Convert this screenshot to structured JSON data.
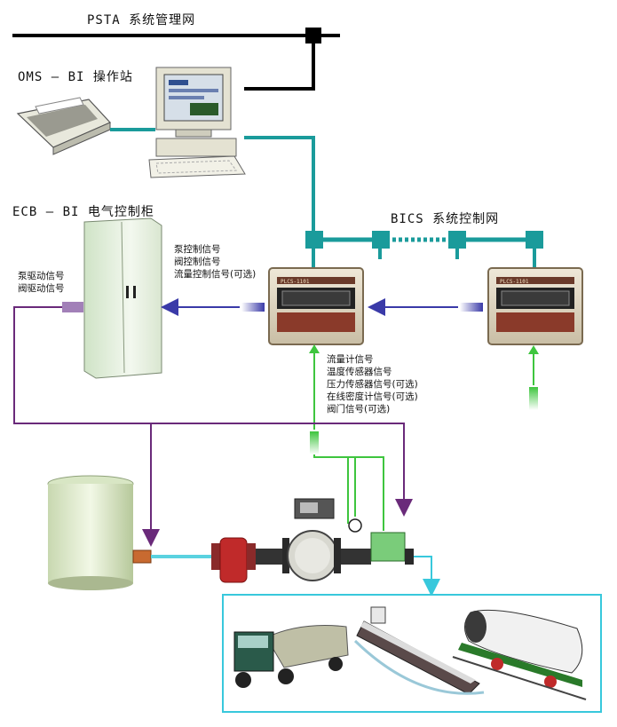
{
  "titles": {
    "psta": "PSTA 系统管理网",
    "oms": "OMS — BI 操作站",
    "ecb": "ECB — BI 电气控制柜",
    "bics": "BICS 系统控制网"
  },
  "signals": {
    "ecb_inputs": [
      "泵驱动信号",
      "阀驱动信号"
    ],
    "controller_outputs": [
      "泵控制信号",
      "阀控制信号",
      "流量控制信号(可选)"
    ],
    "field_inputs": [
      "流量计信号",
      "温度传感器信号",
      "压力传感器信号(可选)",
      "在线密度计信号(可选)",
      "阀门信号(可选)"
    ]
  },
  "panels": {
    "controller_label": "PLCS-1101"
  },
  "colors": {
    "network_line": "#000000",
    "bics_network": "#1a9b9b",
    "control_signal": "#3a3aa8",
    "drive_signal": "#6a2a7a",
    "field_signal": "#3ec53e",
    "loading_line": "#38c8dc",
    "tank": "#e9f3dc"
  }
}
